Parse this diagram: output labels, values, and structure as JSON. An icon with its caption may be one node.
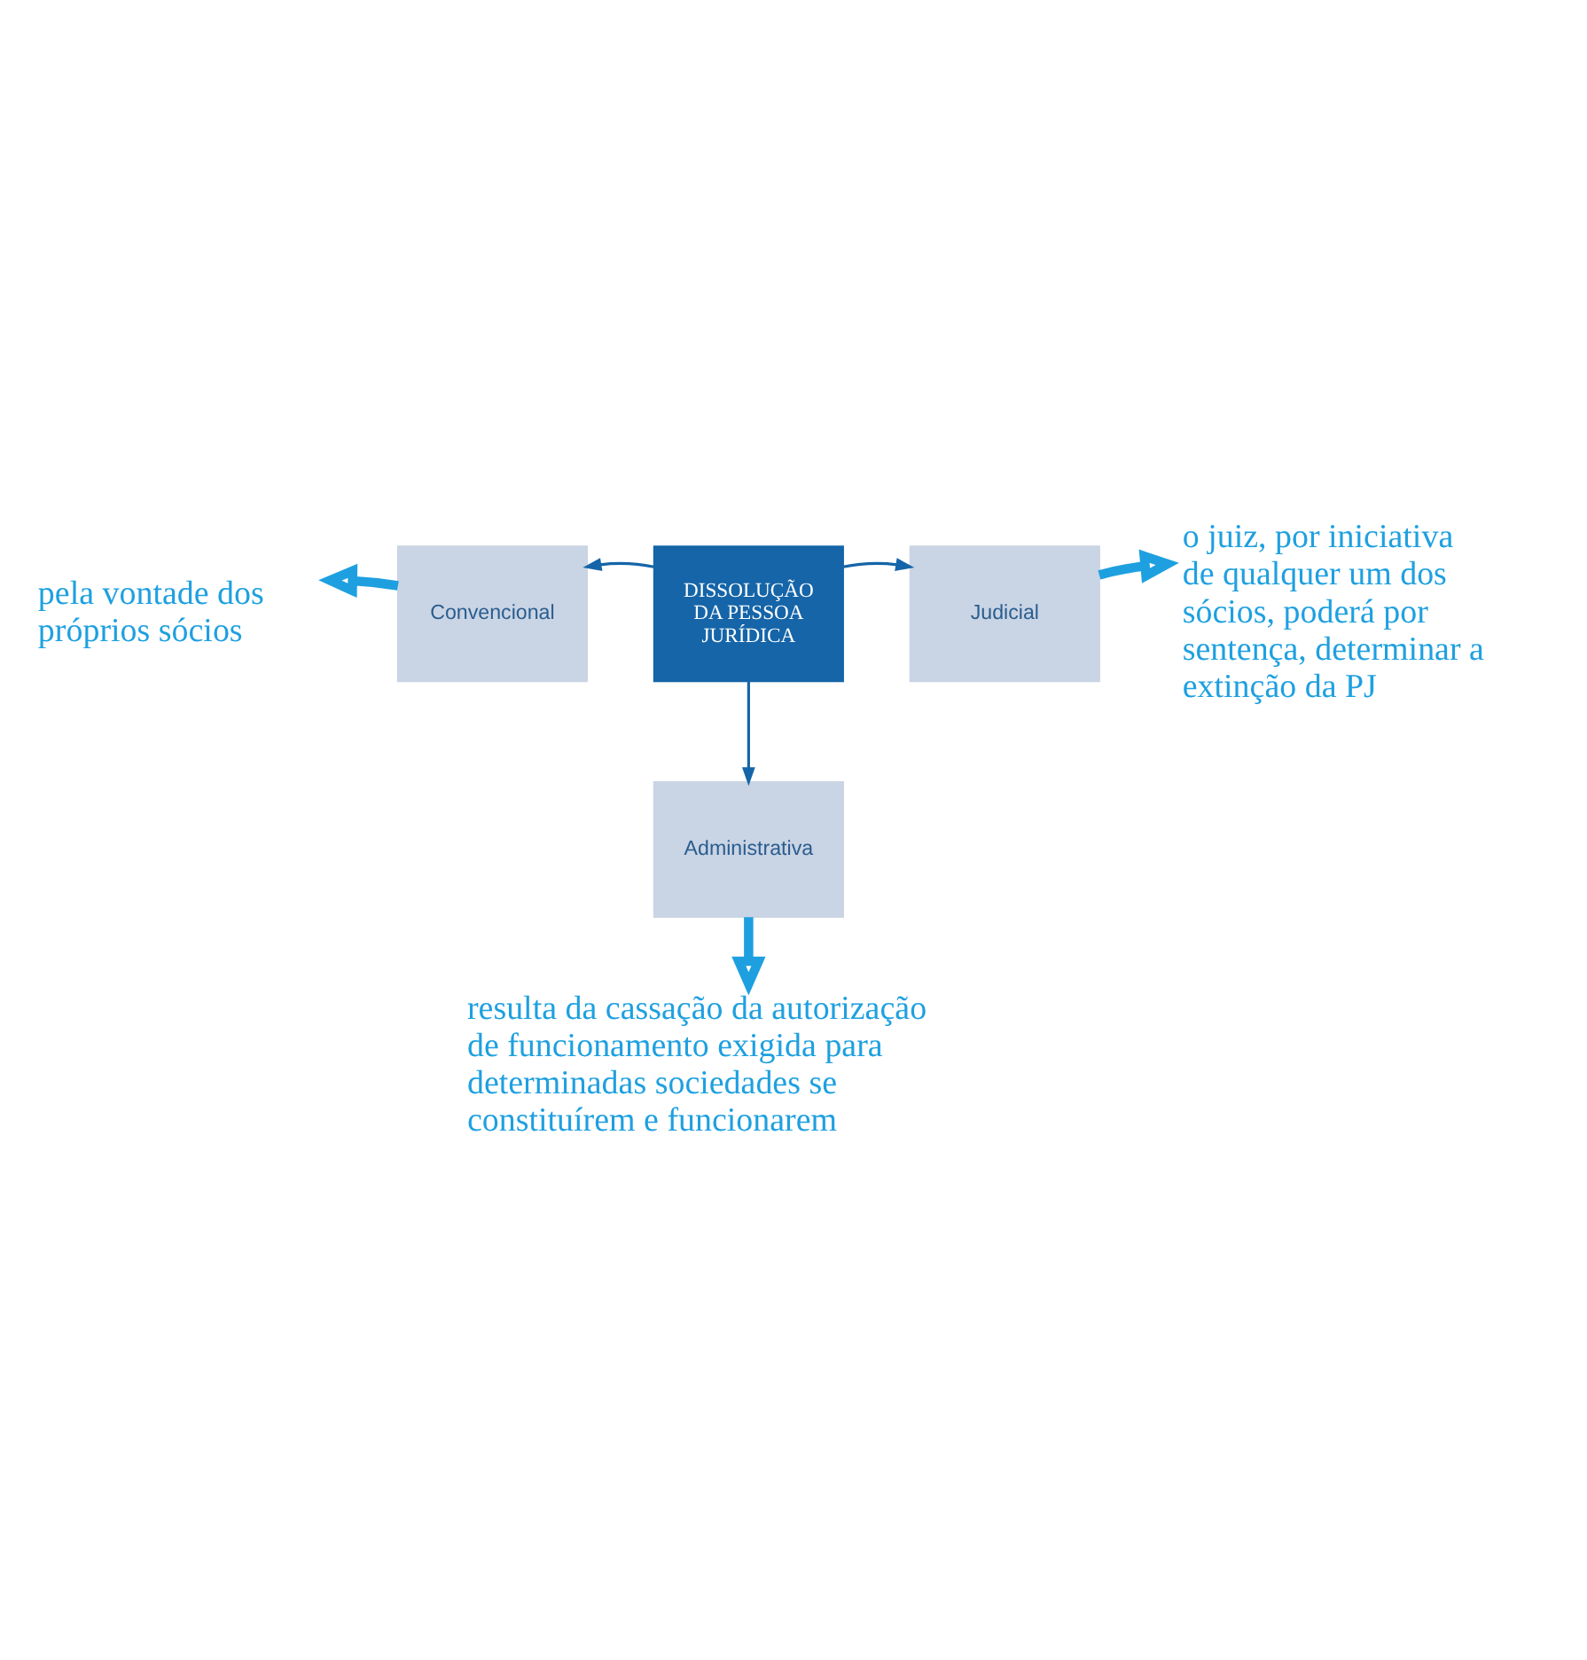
{
  "diagram": {
    "nodes": [
      {
        "text": [
          "DISSOLUÇÃO DA PESSOA JURÍDICA"
        ]
      },
      {
        "text": [
          "Convencional"
        ]
      },
      {
        "text": [
          "Judicial"
        ]
      },
      {
        "text": [
          "Administrativa"
        ]
      },
      {
        "text": [
          "pela vontade dos próprios sócios"
        ]
      },
      {
        "text": [
          "o juiz, por iniciativa de qualquer um dos sócios, poderá por sentença, determinar a extinção da PJ"
        ]
      },
      {
        "text": [
          "resulta da cassação da autorização de funcionamento exigida para determinadas sociedades se constituírem e funcionarem"
        ]
      }
    ],
    "edges": [
      {
        "from": 0,
        "to": 1,
        "arrow": "to"
      },
      {
        "from": 0,
        "to": 2,
        "arrow": "to"
      },
      {
        "from": 0,
        "to": 3,
        "arrow": "to"
      },
      {
        "from": 1,
        "to": 4,
        "arrow": "to",
        "style": "thick",
        "color": "#1ea0e0"
      },
      {
        "from": 2,
        "to": 5,
        "arrow": "to",
        "style": "thick",
        "color": "#1ea0e0"
      },
      {
        "from": 3,
        "to": 6,
        "arrow": "to",
        "style": "thick",
        "color": "#1ea0e0"
      }
    ]
  }
}
